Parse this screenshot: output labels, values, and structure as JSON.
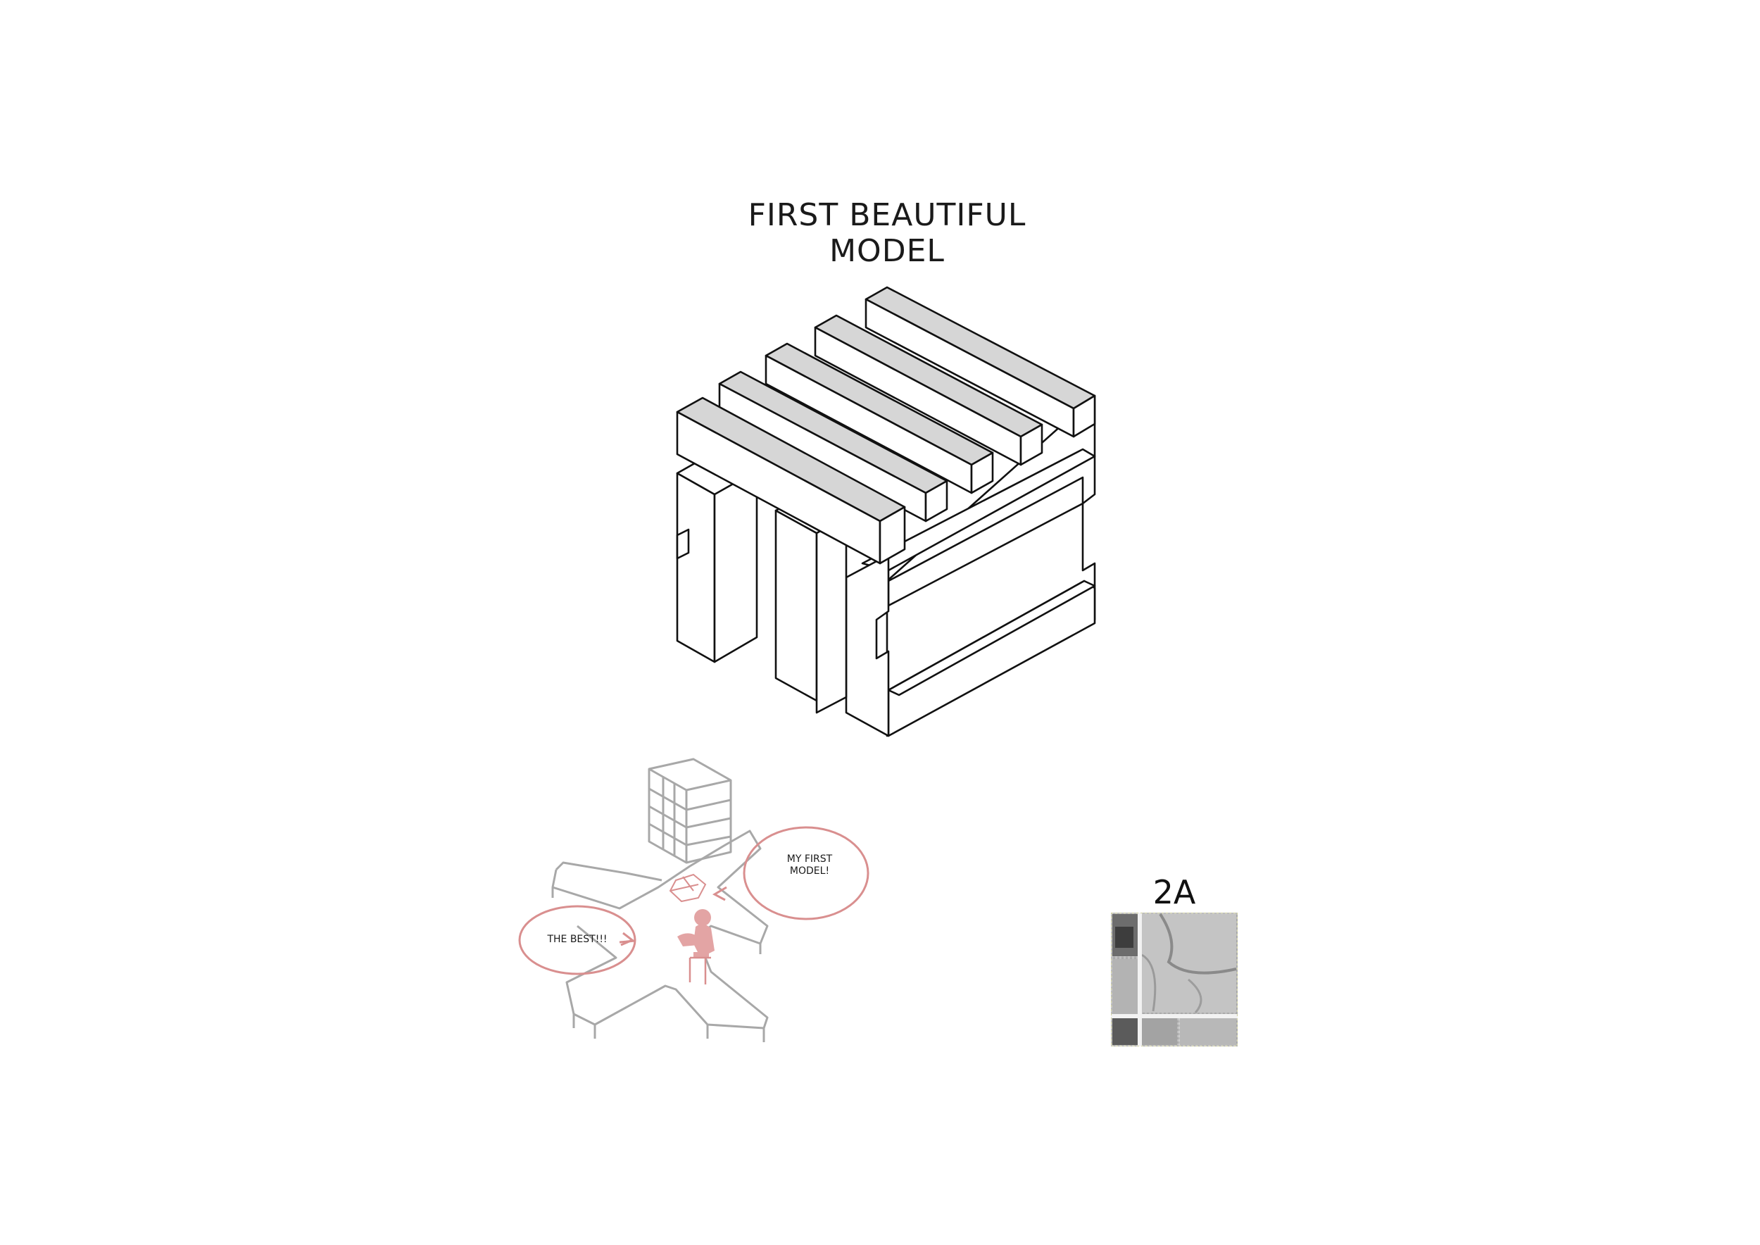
{
  "title": "FIRST BEAUTIFUL MODEL",
  "sketch": {
    "bubble_right_line1": "MY FIRST",
    "bubble_right_line2": "MODEL!",
    "bubble_left": "THE BEST!!!",
    "accent_color": "#d98f8f",
    "line_color": "#a8a8a8"
  },
  "plan": {
    "label": "2A"
  },
  "model": {
    "top_face_color": "#d6d6d6",
    "line_color": "#111111"
  }
}
